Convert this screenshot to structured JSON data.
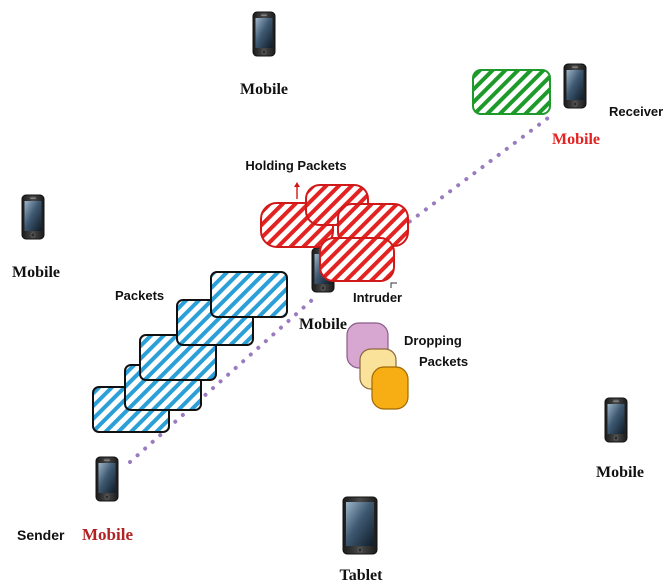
{
  "labels": {
    "mobile_top": "Mobile",
    "mobile_left": "Mobile",
    "mobile_intruder": "Mobile",
    "mobile_right": "Mobile",
    "receiver": "Receiver",
    "receiver_mobile": "Mobile",
    "sender": "Sender",
    "sender_mobile": "Mobile",
    "tablet": "Tablet",
    "holding_packets": "Holding Packets",
    "packets": "Packets",
    "intruder": "Intruder",
    "dropping_packets_line1": "Dropping",
    "dropping_packets_line2": "Packets"
  },
  "colors": {
    "path_dots": "#9a7bbf",
    "blue_packet": "#2a9fd8",
    "red_packet": "#e32222",
    "green_packet": "#1e9a2a",
    "receiver_mobile_text": "#e32222",
    "sender_mobile_text": "#b22222",
    "drop_purple": "#d7a7d2",
    "drop_cream": "#fbe29a",
    "drop_orange": "#f7ad14"
  },
  "icons": {
    "phone": "smartphone-icon",
    "tablet": "tablet-icon"
  }
}
